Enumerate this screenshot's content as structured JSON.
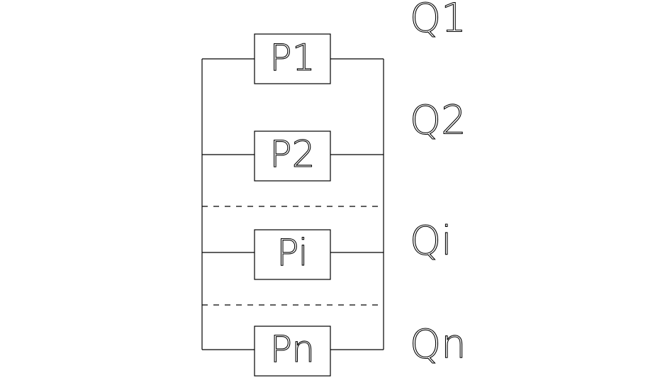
{
  "diagram": {
    "process_labels": [
      "P1",
      "P2",
      "Pi",
      "Pn"
    ],
    "flow_labels": [
      "Q1",
      "Q2",
      "Qi",
      "Qn"
    ],
    "colors": {
      "line": "#000000",
      "background": "#ffffff"
    }
  }
}
